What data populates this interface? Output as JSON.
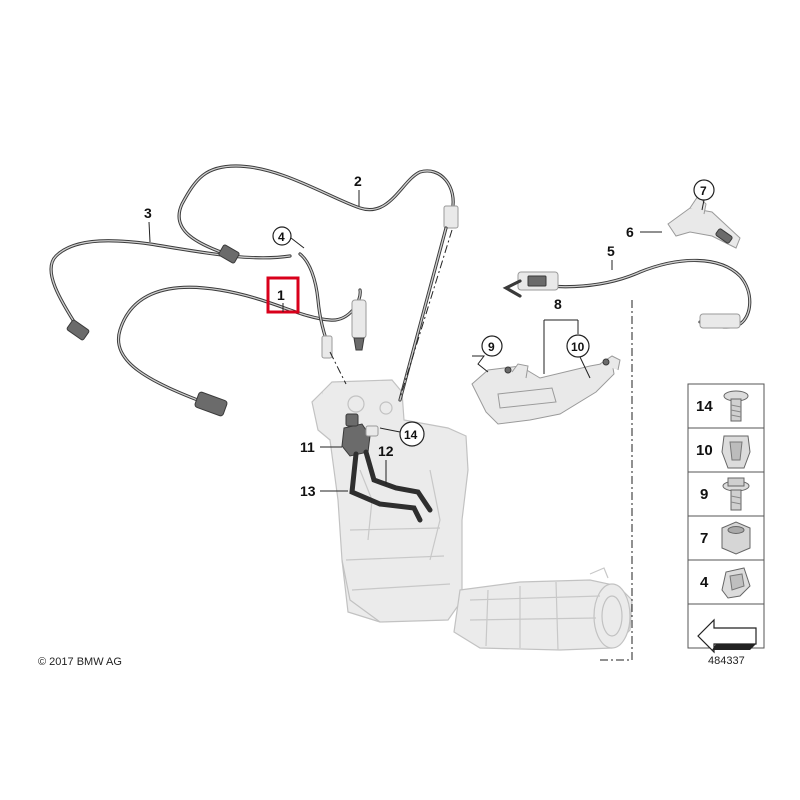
{
  "callouts": {
    "c1": "1",
    "c2": "2",
    "c3": "3",
    "c4": "4",
    "c5": "5",
    "c6": "6",
    "c7": "7",
    "c8": "8",
    "c9": "9",
    "c10": "10",
    "c11": "11",
    "c12": "12",
    "c13": "13",
    "c14": "14"
  },
  "legend": [
    {
      "label": "14",
      "icon": "bolt-icon"
    },
    {
      "label": "10",
      "icon": "clip-nut-icon"
    },
    {
      "label": "9",
      "icon": "collar-bolt-icon"
    },
    {
      "label": "7",
      "icon": "hex-nut-icon"
    },
    {
      "label": "4",
      "icon": "cable-clip-icon"
    },
    {
      "label": "",
      "icon": "arrow-icon"
    }
  ],
  "highlight_color": "#d9001b",
  "footer": {
    "copyright": "© 2017 BMW AG",
    "drawing_number": "484337"
  }
}
